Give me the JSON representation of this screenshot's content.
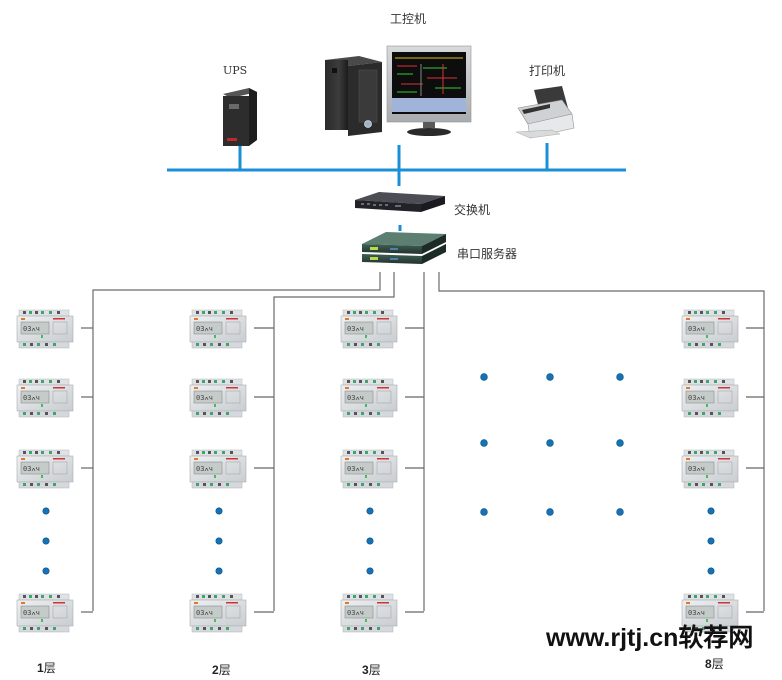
{
  "diagram": {
    "type": "network-topology",
    "colors": {
      "lan_bus": "#1a8fd8",
      "rs485_wire": "#666666",
      "ellipsis_dot": "#1473b8",
      "text": "#333333"
    },
    "top_devices": [
      {
        "id": "ups",
        "label": "UPS",
        "icon": "ups-icon"
      },
      {
        "id": "ipc",
        "label": "工控机",
        "icon": "industrial-pc-icon"
      },
      {
        "id": "printer",
        "label": "打印机",
        "icon": "printer-icon"
      }
    ],
    "switch": {
      "label": "交换机",
      "icon": "network-switch-icon"
    },
    "serial_server": {
      "label": "串口服务器",
      "icon": "serial-server-icon"
    },
    "floors": [
      {
        "number": "1",
        "suffix": "层",
        "meters_shown": 4
      },
      {
        "number": "2",
        "suffix": "层",
        "meters_shown": 4
      },
      {
        "number": "3",
        "suffix": "层",
        "meters_shown": 4
      },
      {
        "number": "8",
        "suffix": "层",
        "meters_shown": 4
      }
    ],
    "omitted_floors_indicator": "3×3 dots",
    "meter": {
      "icon": "din-rail-energy-meter-icon"
    }
  },
  "watermark": "www.rjtj.cn软荐网"
}
